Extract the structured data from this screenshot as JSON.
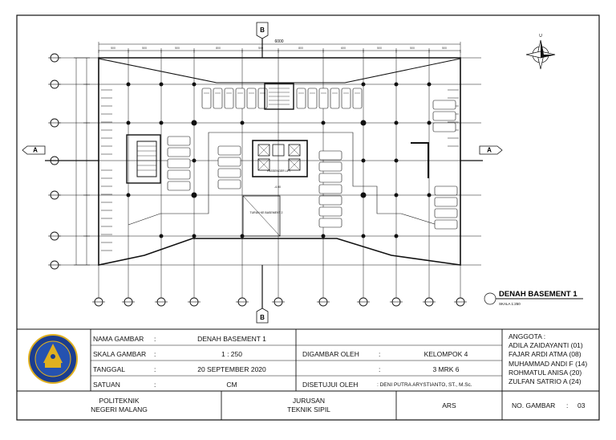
{
  "drawing": {
    "plan_title": "DENAH BASEMENT 1",
    "plan_scale": "SKALA 1:250",
    "section_marker_a": "A",
    "section_marker_b": "B",
    "north_label": "U",
    "overall_dimension": "6000",
    "stair_label_1": "TURUN KE BASEMENT 2",
    "lift_label": "PASSENGER LIFT",
    "level_label": "-4.00"
  },
  "title_block": {
    "rows": [
      {
        "label": "NAMA GAMBAR",
        "colon": ":",
        "value": "DENAH BASEMENT 1"
      },
      {
        "label": "SKALA GAMBAR",
        "colon": ":",
        "value": "1 : 250"
      },
      {
        "label": "TANGGAL",
        "colon": ":",
        "value": "20 SEPTEMBER 2020"
      },
      {
        "label": "SATUAN",
        "colon": ":",
        "value": "CM"
      }
    ],
    "digambar_label": "DIGAMBAR OLEH",
    "digambar_colon": ":",
    "digambar_value": "KELOMPOK 4",
    "class_colon": ":",
    "class_value": "3 MRK 6",
    "disetujui_label": "DISETUJUI OLEH",
    "disetujui_value": ": DENI PUTRA ARYSTIANTO, ST., M.Sc.",
    "anggota_title": "ANGGOTA :",
    "anggota": [
      "ADILA ZAIDAYANTI (01)",
      "FAJAR ARDI ATMA (08)",
      "MUHAMMAD ANDI F (14)",
      "ROHMATUL ANISA (20)",
      "ZULFAN SATRIO A (24)"
    ],
    "institution_line1": "POLITEKNIK",
    "institution_line2": "NEGERI MALANG",
    "department_line1": "JURUSAN",
    "department_line2": "TEKNIK SIPIL",
    "course": "ARS",
    "sheet_no_label": "NO. GAMBAR",
    "sheet_no_colon": ":",
    "sheet_no": "03"
  },
  "colors": {
    "line": "#111111",
    "logo_blue": "#1b3d8f",
    "logo_gold": "#e0b020"
  }
}
